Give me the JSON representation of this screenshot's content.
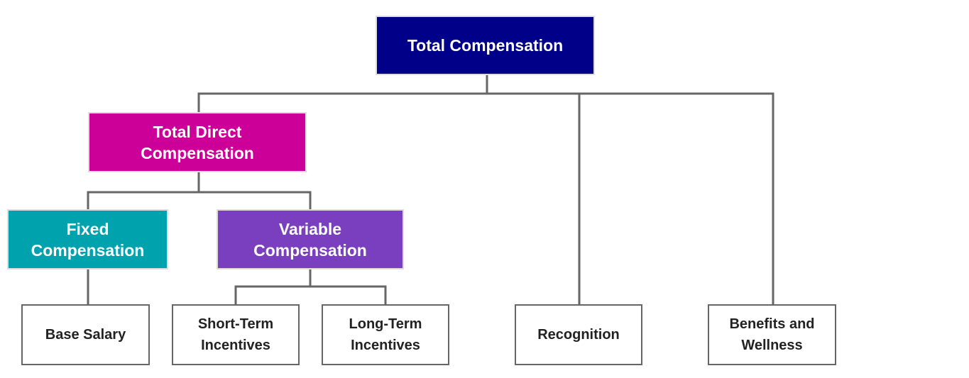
{
  "diagram": {
    "root": {
      "label": "Total Compensation",
      "color": "#000088"
    },
    "total_direct": {
      "label": "Total Direct\nCompensation",
      "color": "#CC0099"
    },
    "fixed": {
      "label": "Fixed\nCompensation",
      "color": "#00A3AD"
    },
    "variable": {
      "label": "Variable\nCompensation",
      "color": "#7A3FBE"
    },
    "leaves": {
      "base_salary": "Base Salary",
      "short_term": "Short-Term\nIncentives",
      "long_term": "Long-Term\nIncentives",
      "recognition": "Recognition",
      "benefits": "Benefits and\nWellness"
    },
    "connector_color": "#666666"
  }
}
